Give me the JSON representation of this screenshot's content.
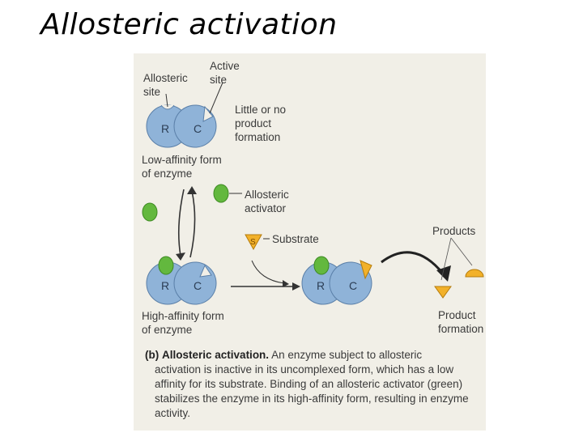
{
  "title": "Allosteric activation",
  "labels": {
    "allosteric_site": "Allosteric\nsite",
    "active_site": "Active\nsite",
    "little_product": "Little or no\nproduct\nformation",
    "low_affinity": "Low-affinity form\nof enzyme",
    "allosteric_activator": "Allosteric\nactivator",
    "substrate": "Substrate",
    "substrate_symbol": "S",
    "products": "Products",
    "high_affinity": "High-affinity form\nof enzyme",
    "product_formation": "Product\nformation",
    "subunit_r": "R",
    "subunit_c": "C"
  },
  "caption": {
    "prefix": "(b)",
    "heading": "Allosteric activation.",
    "first_line": "An enzyme subject to allosteric",
    "rest": "activation is inactive in its uncomplexed form, which has a low affinity for its substrate. Binding of an allosteric activator (green) stabilizes the enzyme in its high-affinity form, resulting in enzyme activity."
  },
  "colors": {
    "enzyme": "#8fb3d8",
    "enzyme_stroke": "#5a7fa8",
    "activator": "#63b83e",
    "substrate": "#f2b12a",
    "panel": "#f1efe7"
  }
}
